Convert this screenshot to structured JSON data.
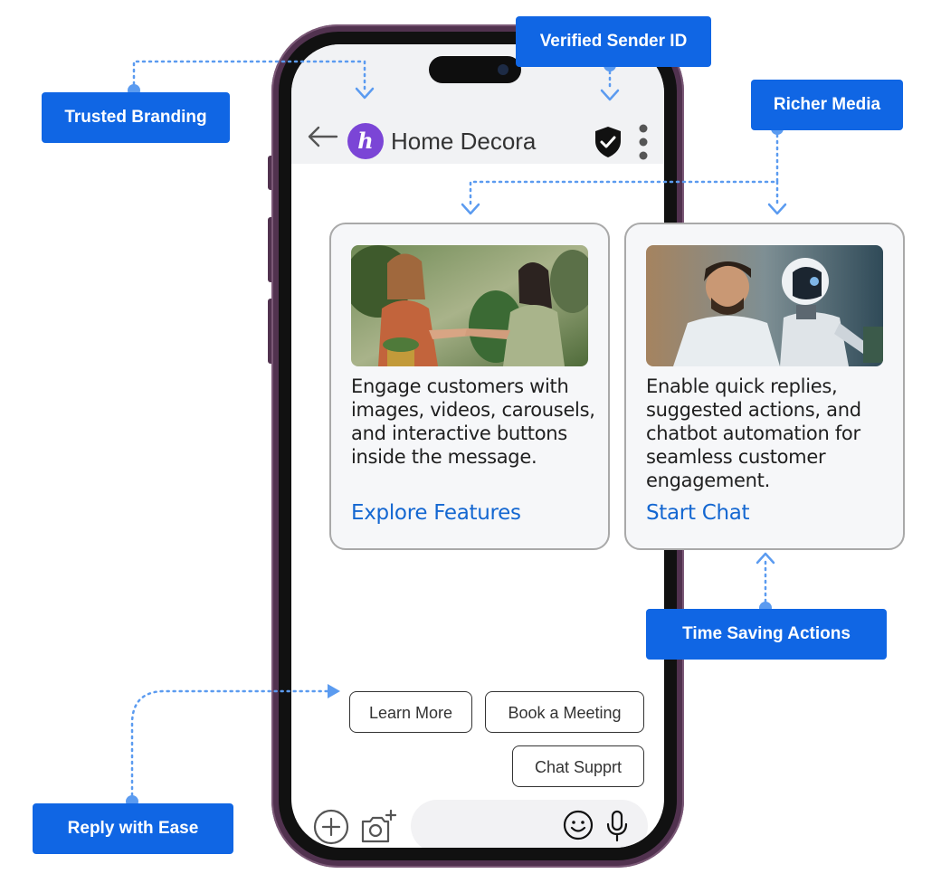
{
  "chat_header": {
    "back_icon": "arrow-left-icon",
    "brand_initial": "h",
    "brand_name": "Home Decora",
    "verified_icon": "verified-shield-icon",
    "menu_icon": "kebab-menu-icon"
  },
  "cards": [
    {
      "image_alt": "two women shaking hands among plants",
      "body": "Engage customers with images, videos, carousels, and interactive buttons inside the message.",
      "action": "Explore Features"
    },
    {
      "image_alt": "man working next to a humanoid robot",
      "body": "Enable quick replies, suggested actions, and chatbot automation for seamless customer engagement.",
      "action": "Start Chat"
    }
  ],
  "quick_replies": [
    "Learn More",
    "Book a Meeting",
    "Chat Supprt"
  ],
  "composer": {
    "icons": [
      "plus-circle-icon",
      "add-photo-icon",
      "emoji-icon",
      "microphone-icon"
    ]
  },
  "callouts": {
    "trusted_branding": "Trusted Branding",
    "verified_sender": "Verified Sender ID",
    "richer_media": "Richer Media",
    "time_saving": "Time Saving Actions",
    "reply_ease": "Reply with Ease"
  },
  "colors": {
    "callout_blue": "#1066e4",
    "link_blue": "#1467d1",
    "connector_blue": "#5b9bf0",
    "phone_frame": "#51324f",
    "brand_purple": "#7b45d6"
  }
}
